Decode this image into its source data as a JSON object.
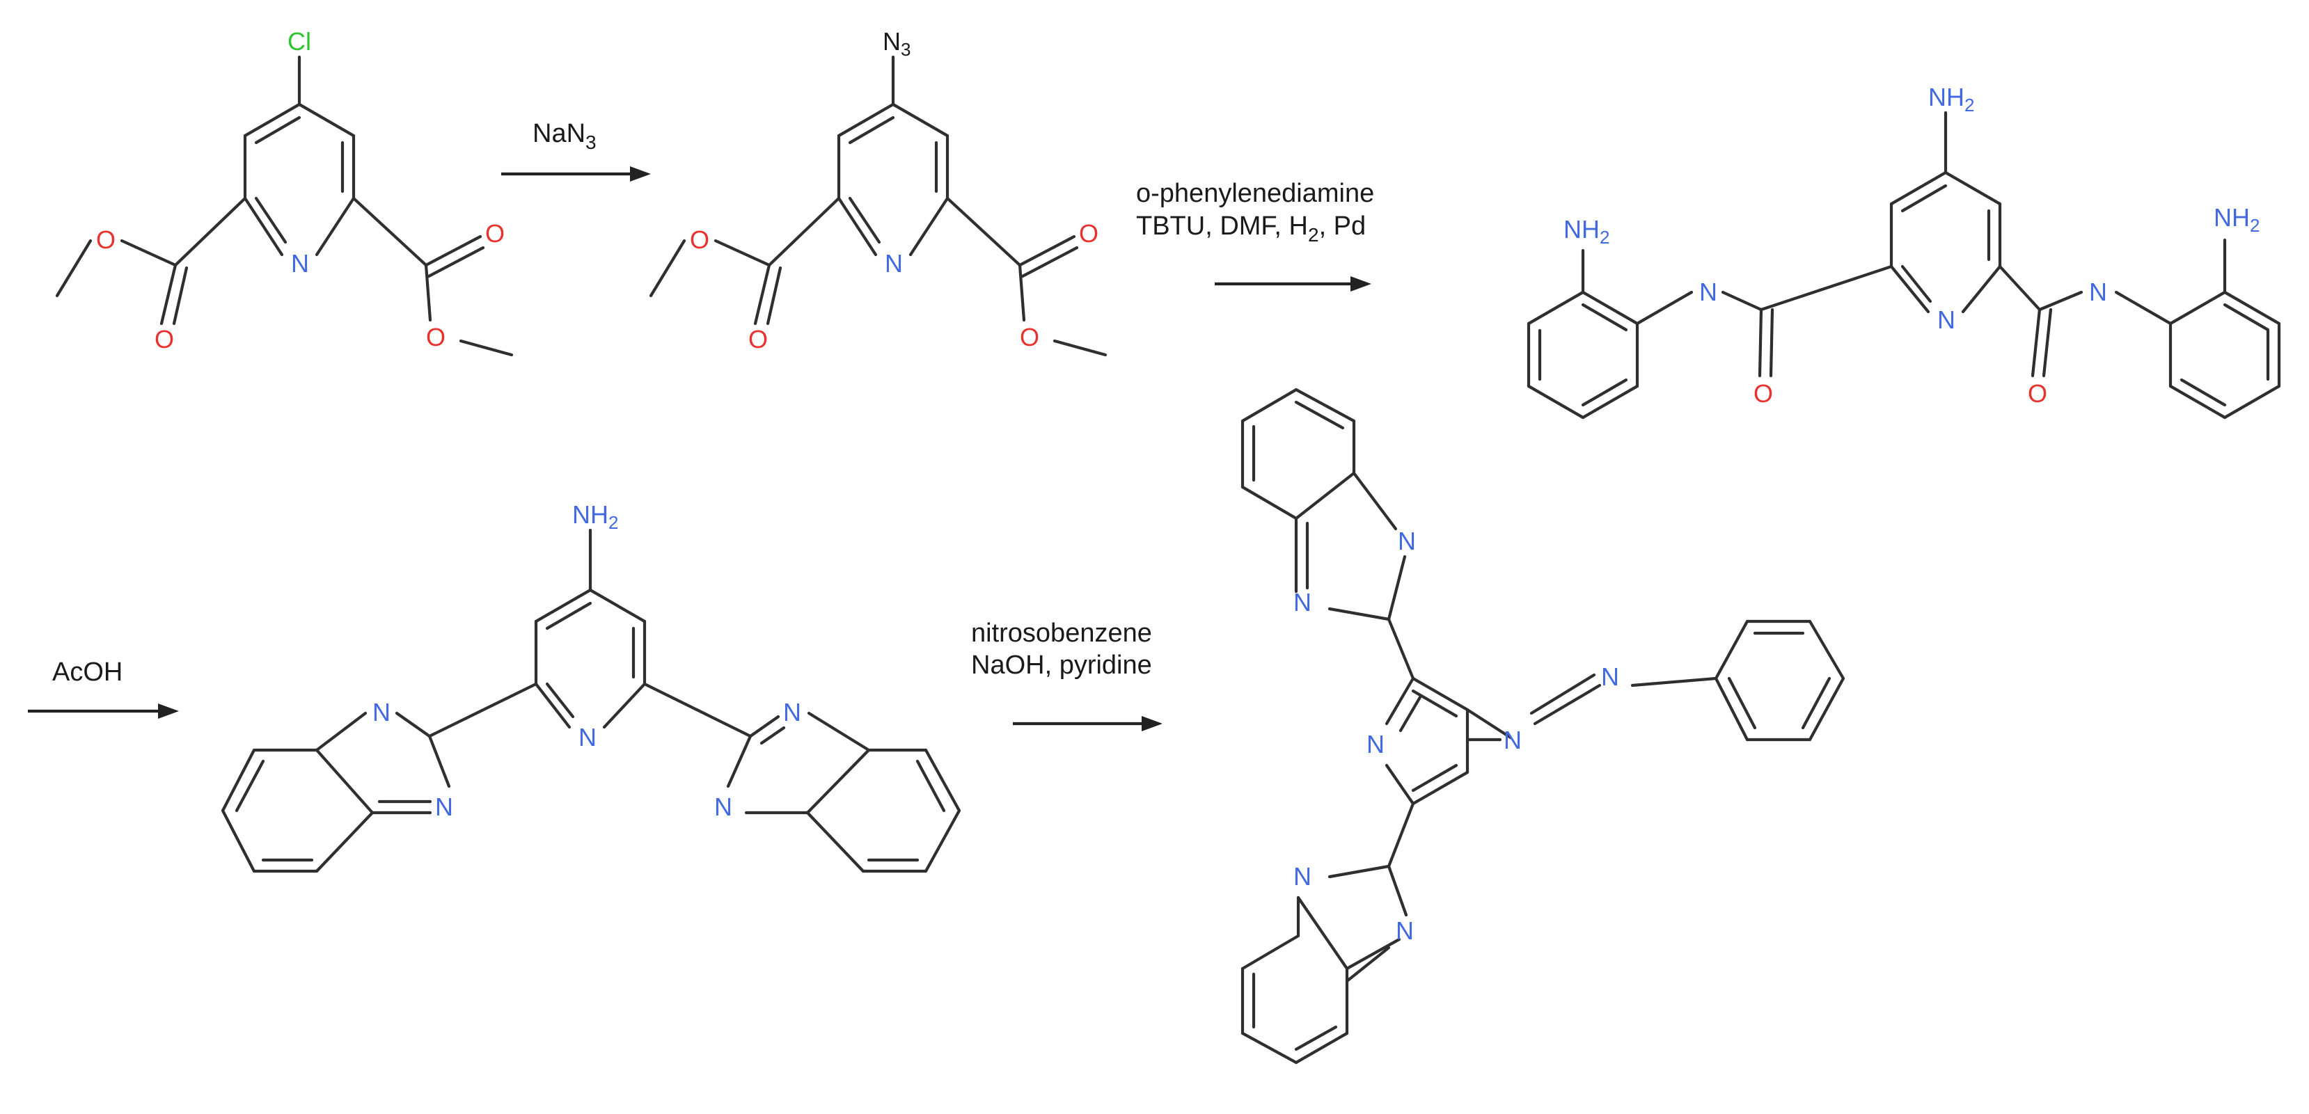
{
  "colors": {
    "bond": "#2f2f2f",
    "nitrogen": "#4169e1",
    "oxygen": "#e8322e",
    "chlorine": "#2ec52e",
    "text": "#1a1a1a"
  },
  "atom_labels": {
    "cl": "Cl",
    "n": "N",
    "o": "O",
    "n3": "N",
    "n3_sub": "3",
    "nh2": "NH",
    "nh2_sub": "2"
  },
  "steps": [
    {
      "lines": [
        "NaN",
        "3"
      ]
    },
    {
      "line1": "o-phenylenediamine",
      "line2_pre": "TBTU, DMF, H",
      "line2_sub": "2",
      "line2_post": ", Pd"
    },
    {
      "line1": "AcOH"
    },
    {
      "line1": "nitrosobenzene",
      "line2": "NaOH, pyridine"
    }
  ]
}
